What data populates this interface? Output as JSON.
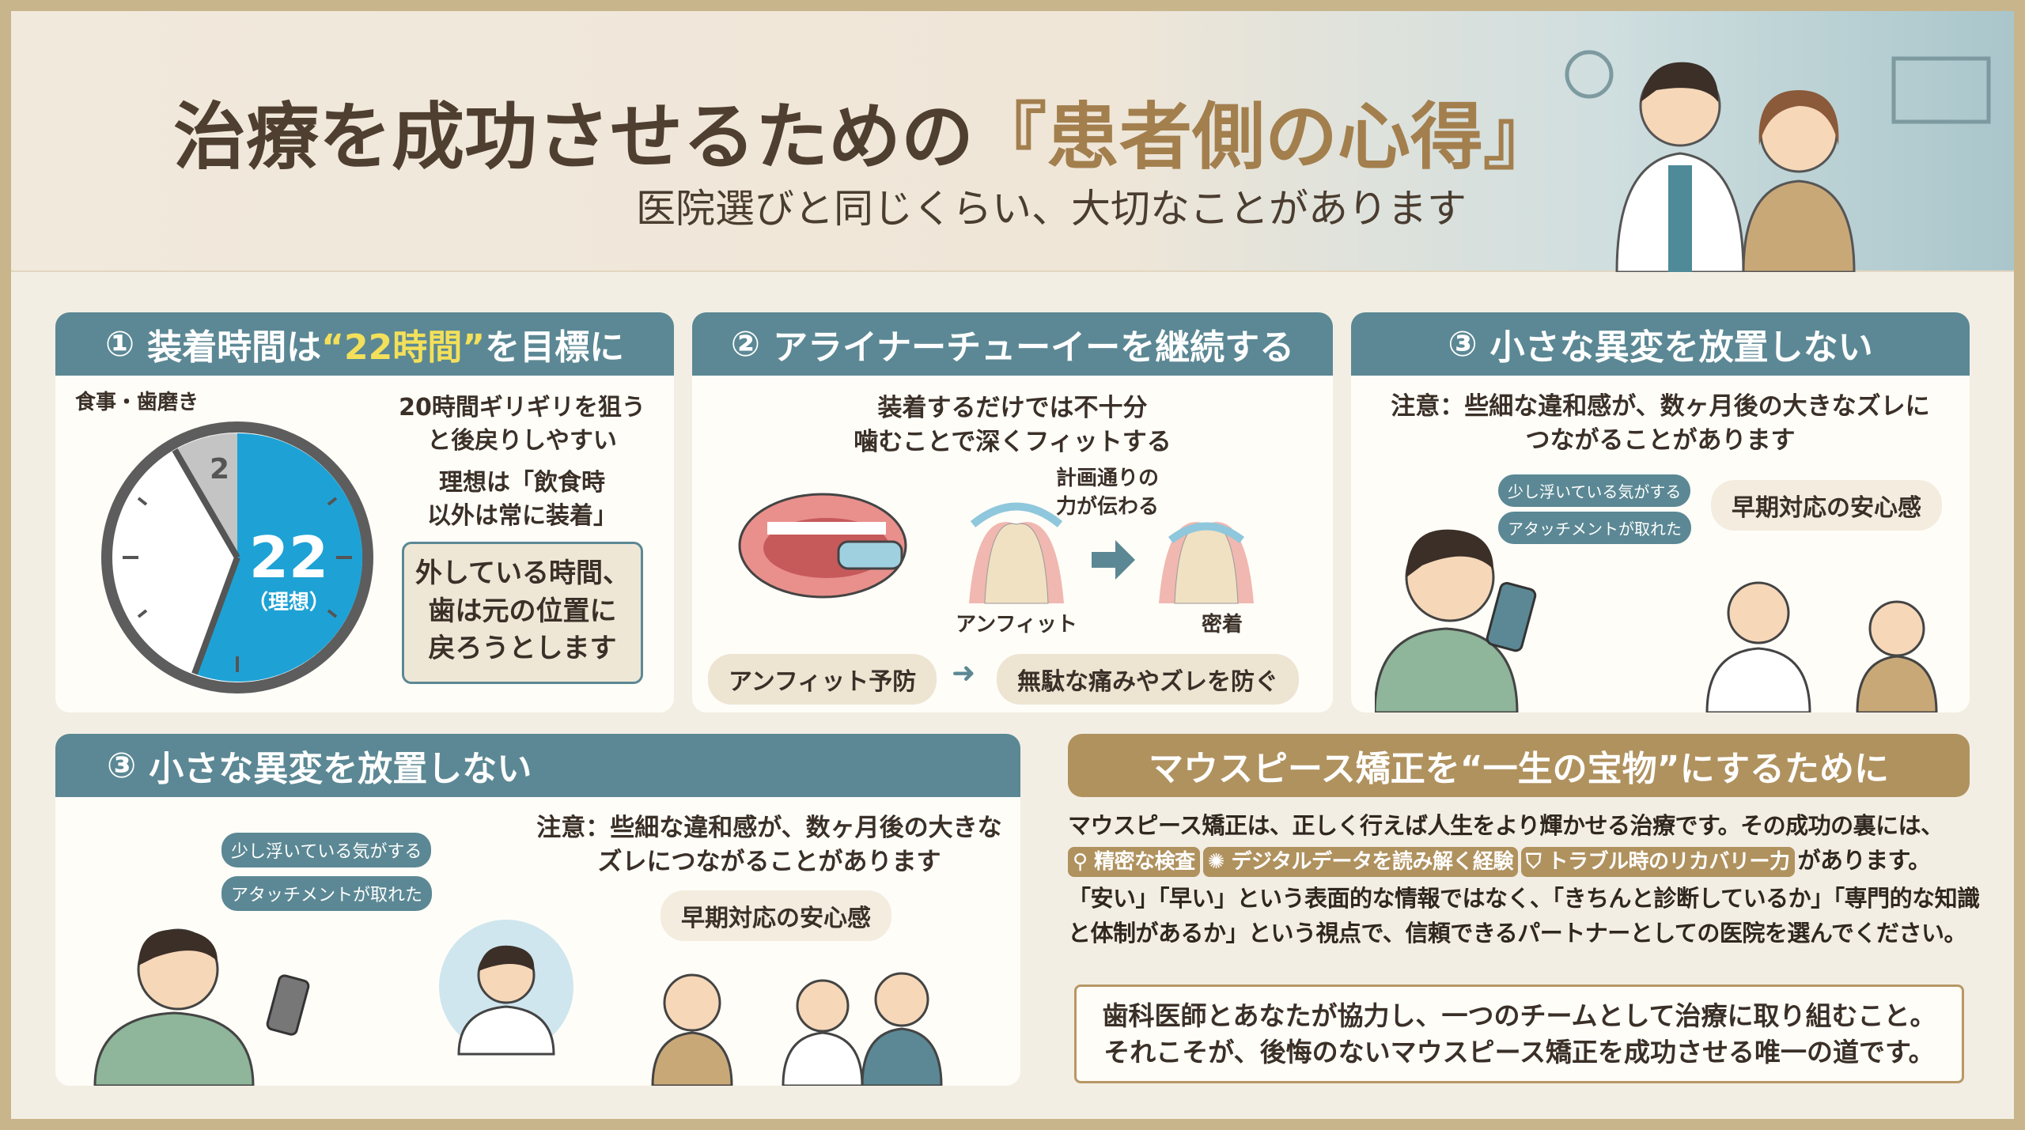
{
  "header": {
    "title_prefix": "治療を成功させるための",
    "title_accent": "『患者側の心得』",
    "subtitle": "医院選びと同じくらい、大切なことがあります"
  },
  "card1": {
    "num": "①",
    "title_a": "装着時間は",
    "title_hl": "“22時間”",
    "title_b": "を目標に",
    "meal_label": "食事・歯磨き",
    "off_hours": "2",
    "ideal_hours": "22",
    "ideal_label": "（理想）",
    "note1": "20時間ギリギリを狙う\nと後戻りしやすい",
    "note2": "理想は「飲食時\n以外は常に装着」",
    "warning": "外している時間、\n歯は元の位置に\n戻ろうとします",
    "clock_blue": "#1ea2d5"
  },
  "card2": {
    "num": "②",
    "title": "アライナーチューイーを継続する",
    "lead": "装着するだけでは不十分\n噛むことで深くフィットする",
    "force_label": "計画通りの\n力が伝わる",
    "unfit_label": "アンフィット",
    "fit_label": "密着",
    "pill_left": "アンフィット予防",
    "pill_right": "無駄な痛みやズレを防ぐ"
  },
  "card3": {
    "num": "③",
    "title": "小さな異変を放置しない",
    "note": "注意：些細な違和感が、数ヶ月後の大きなズレに\nつながることがあります",
    "bubble1": "少し浮いている気がする",
    "bubble2": "アタッチメントが取れた",
    "relief": "早期対応の安心感"
  },
  "card4": {
    "num": "③",
    "title": "小さな異変を放置しない",
    "note": "注意：些細な違和感が、数ヶ月後の大きな\nズレにつながることがあります",
    "bubble1": "少し浮いている気がする",
    "bubble2": "アタッチメントが取れた",
    "relief": "早期対応の安心感"
  },
  "closing": {
    "title": "マウスピース矯正を“一生の宝物”にするために",
    "p1": "マウスピース矯正は、正しく行えば人生をより輝かせる治療です。その成功の裏には、",
    "tags": [
      "精密な検査",
      "デジタルデータを読み解く経験",
      "トラブル時のリカバリー力"
    ],
    "tag_icons": [
      "microscope-icon",
      "brain-icon",
      "shield-check-icon"
    ],
    "p1_end": "があります。",
    "p2": "「安い」「早い」という表面的な情報ではなく、「きちんと診断しているか」「専門的な知識と体制があるか」という視点で、信頼できるパートナーとしての医院を選んでください。",
    "quote": "歯科医師とあなたが協力し、一つのチームとして治療に取り組むこと。\nそれこそが、後悔のないマウスピース矯正を成功させる唯一の道です。"
  },
  "colors": {
    "teal": "#5b8894",
    "gold": "#b0925f",
    "brown": "#4f3f30"
  }
}
